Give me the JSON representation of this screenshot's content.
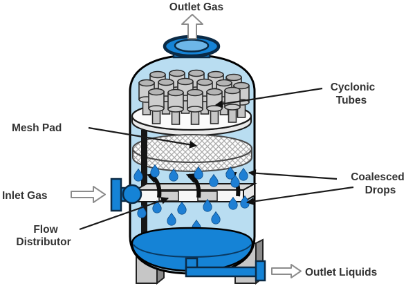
{
  "labels": {
    "outlet_gas": "Outlet Gas",
    "cyclonic_tubes": {
      "line1": "Cyclonic",
      "line2": "Tubes"
    },
    "mesh_pad": "Mesh Pad",
    "inlet_gas": "Inlet Gas",
    "coalesced_drops": {
      "line1": "Coalesced",
      "line2": "Drops"
    },
    "flow_distributor": {
      "line1": "Flow",
      "line2": "Distributor"
    },
    "outlet_liquids": "Outlet Liquids"
  },
  "colors": {
    "background": "#ffffff",
    "vessel_fill": "#b9ddf1",
    "liquid_blue": "#1583d6",
    "dark_navy": "#0b2a45",
    "drop_blue": "#1e7fd4",
    "label_text": "#333333",
    "leader_line": "#1a1a1a",
    "outline_arrow_stroke": "#8c8c8c"
  }
}
